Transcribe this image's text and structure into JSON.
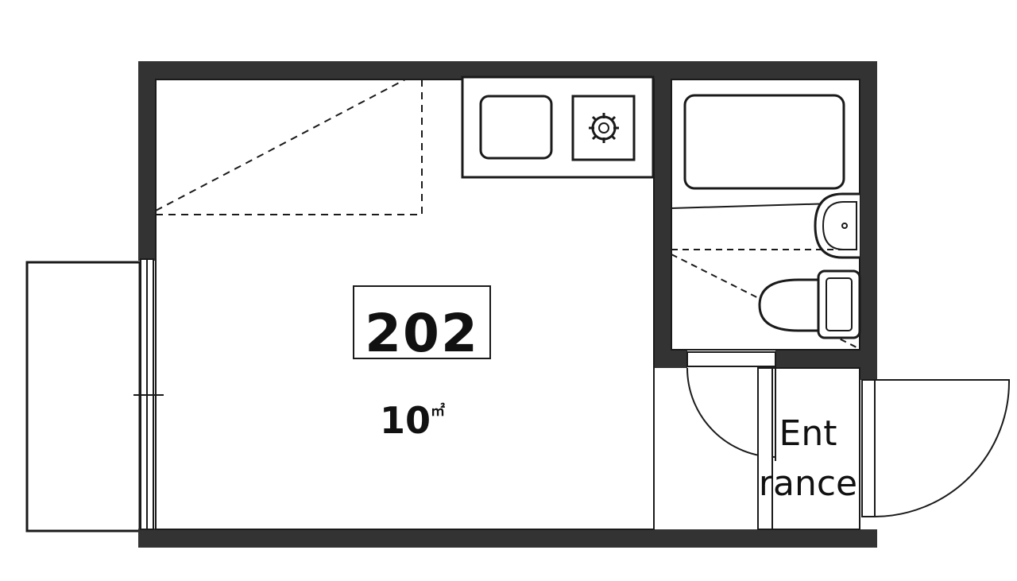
{
  "floor_plan": {
    "room_number": "202",
    "area": "10",
    "area_unit": "㎡",
    "entrance_label_line1": "Ent",
    "entrance_label_line2": "rance",
    "colors": {
      "wall": "#333333",
      "line": "#1a1a1a",
      "background": "#ffffff"
    },
    "icons": [
      "sink-icon",
      "gas-stove-icon",
      "bathtub-icon",
      "washbasin-icon",
      "toilet-icon",
      "door-swing-icon",
      "window-icon"
    ]
  }
}
